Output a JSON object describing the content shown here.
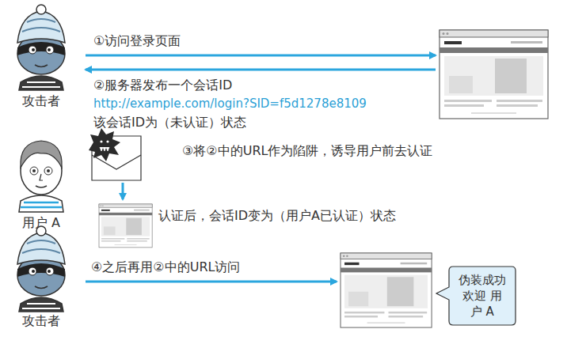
{
  "diagram": {
    "nodes": [
      {
        "text": [
          "攻击者"
        ]
      },
      {
        "text": [
          "用户 A"
        ]
      },
      {
        "text": [
          "攻击者"
        ]
      },
      {
        "text": [
          "伪装成功 欢迎 用户 A"
        ]
      }
    ],
    "labels": [
      "①访问登录页面",
      "②服务器发布一个会话ID",
      "http://example.com/login?SID=f5d1278e8109",
      "该会话ID为（未认证）状态",
      "③将②中的URL作为陷阱，诱导用户前去认证",
      "认证后，会话ID变为（用户A已认证）状态",
      "④之后再用②中的URL访问"
    ]
  }
}
